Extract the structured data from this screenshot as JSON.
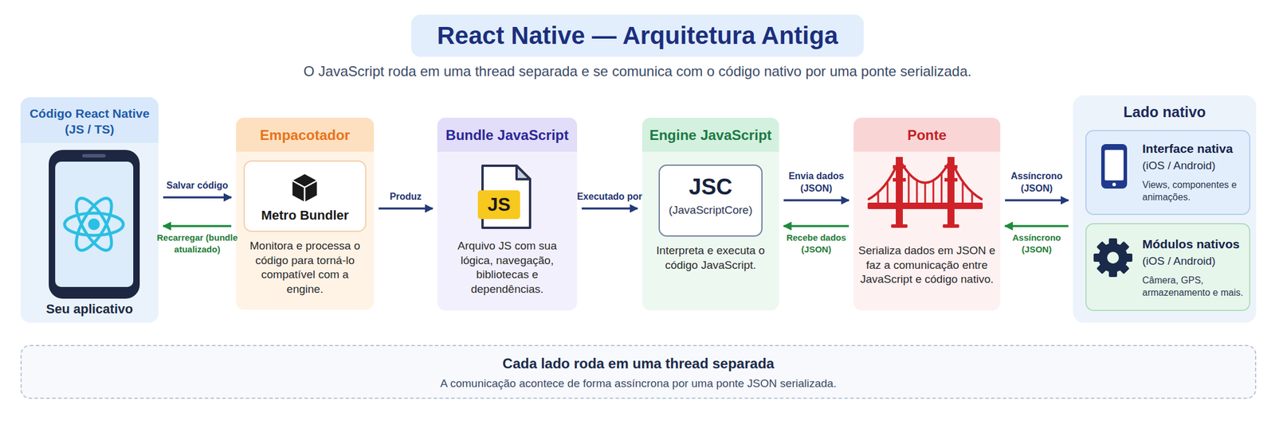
{
  "diagram": {
    "title": "React Native — Arquitetura Antiga",
    "caption": "O JavaScript roda em uma thread separada e se comunica com o código nativo por uma ponte serializada.",
    "nodes": [
      {
        "text": [
          "Código React Native (JS / TS)",
          "Seu aplicativo"
        ]
      },
      {
        "text": [
          "Empacotador",
          "Monitora e processa o código para torná-lo compatível com a engine."
        ]
      },
      {
        "text": [
          "Metro Bundler"
        ],
        "in": 1
      },
      {
        "text": [
          "Bundle JavaScript",
          "Arquivo JS com sua lógica, navegação, bibliotecas e dependências."
        ]
      },
      {
        "text": [
          "Engine JavaScript",
          "Interpreta e executa o código JavaScript."
        ]
      },
      {
        "text": [
          "JSC",
          "(JavaScriptCore)"
        ],
        "in": 4
      },
      {
        "text": [
          "Ponte",
          "Serializa dados em JSON e faz a comunicação entre JavaScript e código nativo."
        ]
      },
      {
        "text": [
          "Lado nativo"
        ]
      },
      {
        "text": [
          "Interface nativa",
          "(iOS / Android)",
          "Views, componentes e animações."
        ],
        "in": 7
      },
      {
        "text": [
          "Módulos nativos",
          "(iOS / Android)",
          "Câmera, GPS, armazenamento e mais."
        ],
        "in": 7
      },
      {
        "text": [
          "Cada lado roda em uma thread separada",
          "A comunicação acontece de forma assíncrona por uma ponte JSON serializada."
        ]
      }
    ],
    "edges": [
      {
        "from": 0,
        "to": 1,
        "label": "Salvar código",
        "arrow": "to"
      },
      {
        "from": 1,
        "to": 0,
        "label": "Recarregar (bundle atualizado)",
        "arrow": "to"
      },
      {
        "from": 1,
        "to": 3,
        "label": "Produz",
        "arrow": "to"
      },
      {
        "from": 3,
        "to": 4,
        "label": "Executado por",
        "arrow": "to"
      },
      {
        "from": 4,
        "to": 6,
        "label": "Envia dados (JSON)",
        "arrow": "to"
      },
      {
        "from": 6,
        "to": 4,
        "label": "Recebe dados (JSON)",
        "arrow": "to"
      },
      {
        "from": 6,
        "to": 7,
        "label": "Assíncrono (JSON)",
        "arrow": "to"
      },
      {
        "from": 7,
        "to": 6,
        "label": "Assíncrono (JSON)",
        "arrow": "to"
      }
    ],
    "labels": [
      "JS"
    ]
  }
}
